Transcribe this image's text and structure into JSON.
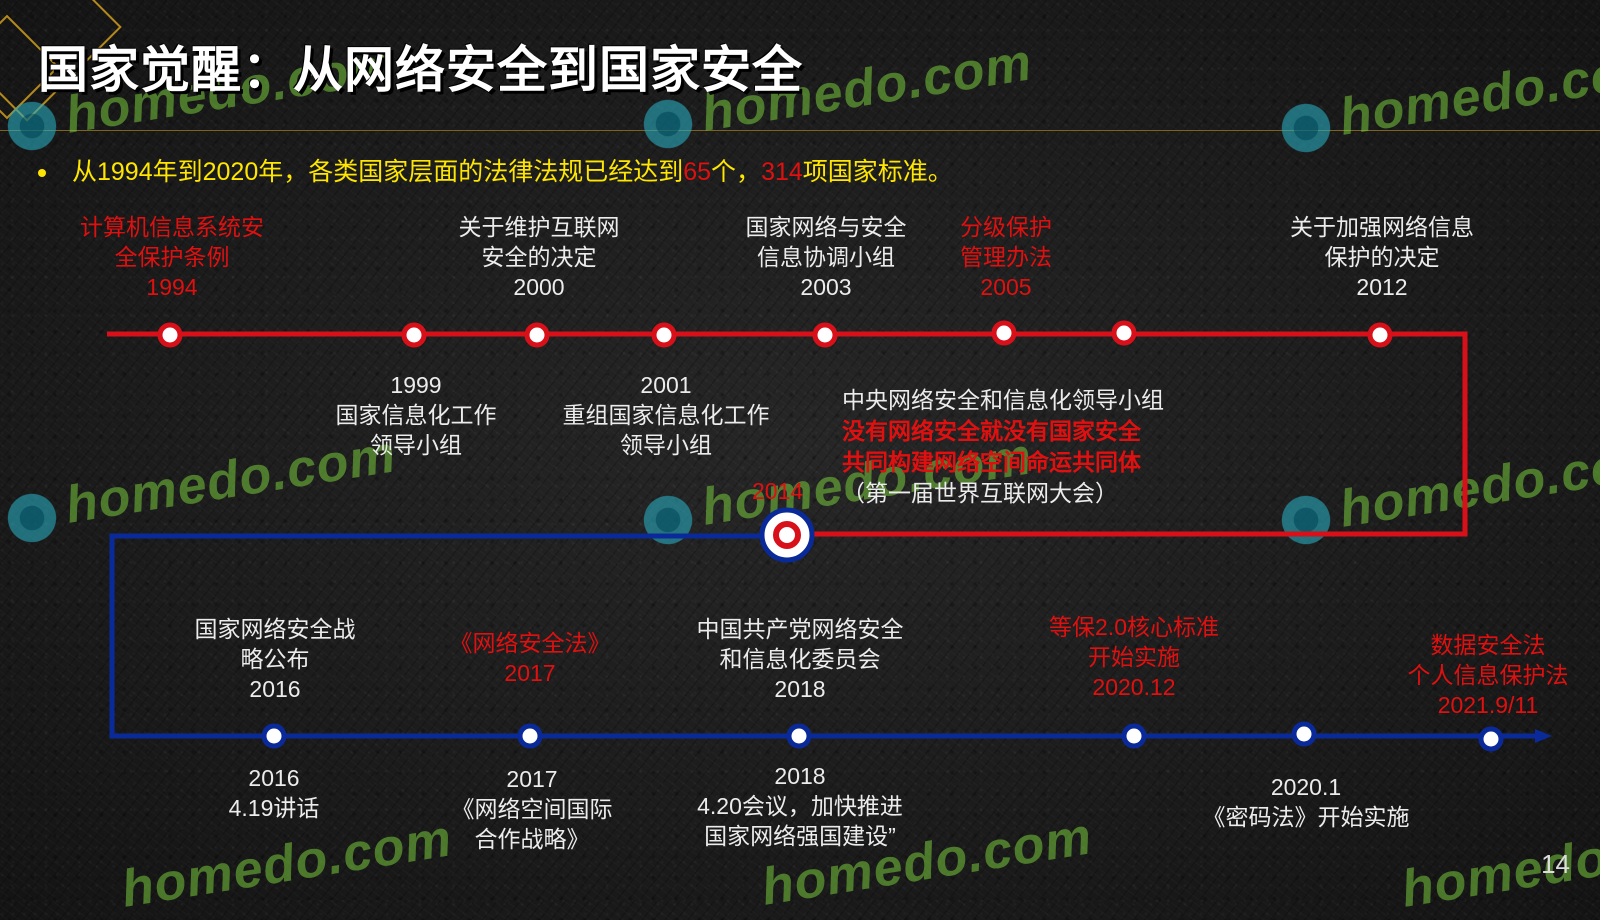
{
  "slide": {
    "title": "国家觉醒：从网络安全到国家安全",
    "bullet": {
      "prefix": "从1994年到2020年，各类国家层面的法律法规已经达到",
      "count_laws": "65",
      "middle": "个，",
      "count_standards": "314",
      "suffix": "项国家标准。"
    },
    "page_number": "14",
    "watermark_text": "homedo.com"
  },
  "timeline_top_above": [
    {
      "lines": [
        "计算机信息系统安",
        "全保护条例",
        "1994"
      ],
      "color": "red"
    },
    {
      "lines": [
        "关于维护互联网",
        "安全的决定",
        "2000"
      ],
      "color": "white"
    },
    {
      "lines": [
        "国家网络与安全",
        "信息协调小组",
        "2003"
      ],
      "color": "white"
    },
    {
      "lines": [
        "分级保护",
        "管理办法",
        "2005"
      ],
      "color": "red"
    },
    {
      "lines": [
        "关于加强网络信息",
        "保护的决定",
        "2012"
      ],
      "color": "white"
    }
  ],
  "timeline_top_below": [
    {
      "lines": [
        "1999",
        "国家信息化工作",
        "领导小组"
      ],
      "color": "white"
    },
    {
      "lines": [
        "2001",
        "重组国家信息化工作",
        "领导小组"
      ],
      "color": "white"
    }
  ],
  "center_2014": {
    "year": "2014",
    "line1": "中央网络安全和信息化领导小组",
    "line2": "没有网络安全就没有国家安全",
    "line3": "共同构建网络空间命运共同体",
    "line4": "（第一届世界互联网大会）"
  },
  "timeline_bottom_above": [
    {
      "lines": [
        "国家网络安全战",
        "略公布",
        "2016"
      ],
      "color": "white"
    },
    {
      "lines": [
        "《网络安全法》",
        "2017"
      ],
      "color": "red"
    },
    {
      "lines": [
        "中国共产党网络安全",
        "和信息化委员会",
        "2018"
      ],
      "color": "white"
    },
    {
      "lines": [
        "等保2.0核心标准",
        "开始实施",
        "2020.12"
      ],
      "color": "red"
    },
    {
      "lines": [
        "数据安全法",
        "个人信息保护法",
        "2021.9/11"
      ],
      "color": "red"
    }
  ],
  "timeline_bottom_below": [
    {
      "lines": [
        "2016",
        "4.19讲话"
      ],
      "color": "white"
    },
    {
      "lines": [
        "2017",
        "《网络空间国际",
        "合作战略》"
      ],
      "color": "white"
    },
    {
      "lines": [
        "2018",
        "4.20会议，加快推进",
        "国家网络强国建设”"
      ],
      "color": "white"
    },
    {
      "lines": [
        "2020.1",
        "《密码法》开始实施"
      ],
      "color": "white"
    }
  ],
  "colors": {
    "red_line": "#d8101a",
    "blue_line": "#0a2a9a",
    "highlight_red": "#e01010",
    "bullet_yellow": "#ffe600",
    "title_white": "#ffffff"
  }
}
